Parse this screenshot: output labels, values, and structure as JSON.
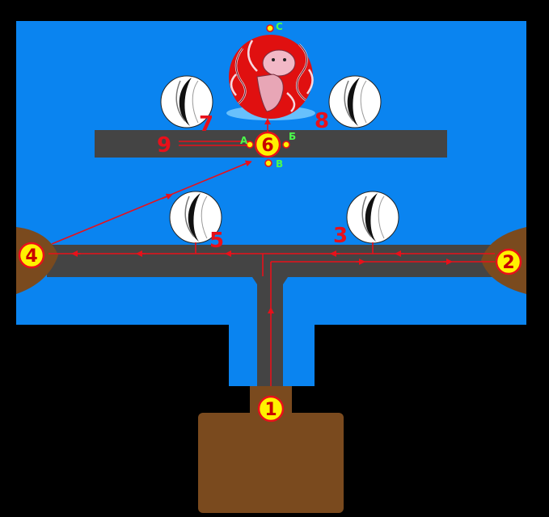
{
  "colors": {
    "background": "#000000",
    "water": "#0A84F0",
    "floor": "#444444",
    "door_brown": "#7A4A1E",
    "route": "#E8101A",
    "marker_fill": "#FFF200",
    "marker_text": "#C80000",
    "point_label": "#4CFF4C",
    "boss_red": "#E01010"
  },
  "markers": [
    {
      "id": "1",
      "label": "1"
    },
    {
      "id": "2",
      "label": "2"
    },
    {
      "id": "4",
      "label": "4"
    },
    {
      "id": "6",
      "label": "6"
    }
  ],
  "numbers": [
    {
      "id": "3",
      "label": "3"
    },
    {
      "id": "5",
      "label": "5"
    },
    {
      "id": "7",
      "label": "7"
    },
    {
      "id": "8",
      "label": "8"
    },
    {
      "id": "9",
      "label": "9"
    }
  ],
  "points": [
    {
      "id": "a",
      "label": "А"
    },
    {
      "id": "b",
      "label": "Б"
    },
    {
      "id": "v",
      "label": "В"
    },
    {
      "id": "s",
      "label": "С"
    }
  ],
  "icons": {
    "boss": "octopus-boss-icon",
    "orb": "white-orb-icon"
  }
}
